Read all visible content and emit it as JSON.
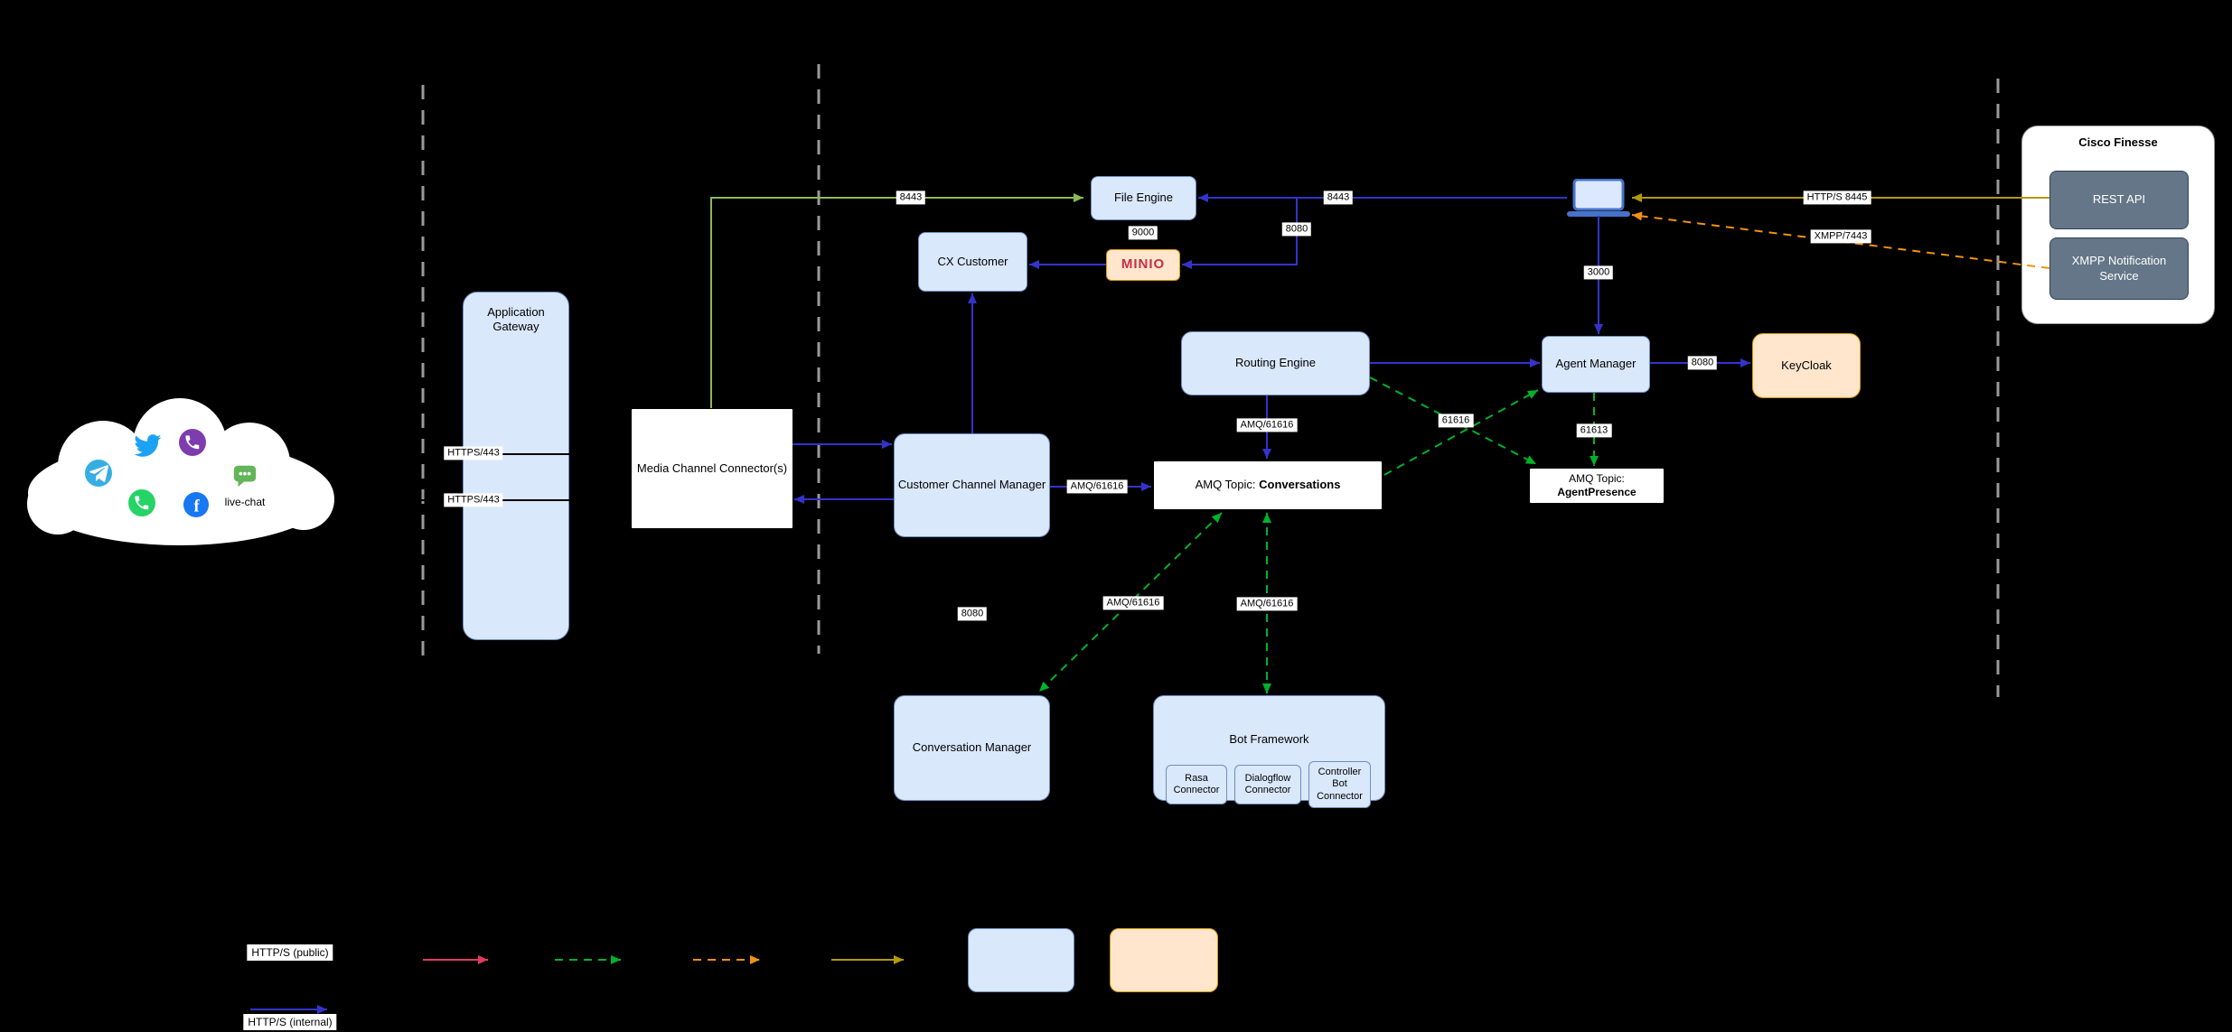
{
  "diagram": {
    "cloud": {
      "live_chat_label": "live-chat",
      "icons": {
        "twitter": "bird",
        "viber": "phone-bubble",
        "telegram": "paper-plane",
        "whatsapp": "phone",
        "facebook": "f",
        "live_chat": "chat-bubble"
      }
    },
    "nodes": {
      "application_gateway": "Application Gateway",
      "media_channel_connector": "Media Channel Connector(s)",
      "file_engine": "File Engine",
      "cx_customer": "CX Customer",
      "minio": "MINIO",
      "routing_engine": "Routing Engine",
      "agent_manager": "Agent Manager",
      "keycloak": "KeyCloak",
      "customer_channel_manager": "Customer Channel Manager",
      "conversation_manager": "Conversation Manager",
      "bot_framework": "Bot Framework",
      "bot_connectors": [
        "Rasa Connector",
        "Dialogflow Connector",
        "Controller Bot Connector"
      ],
      "amq_topic_conversations_prefix": "AMQ Topic: ",
      "amq_topic_conversations_name": "Conversations",
      "amq_topic_presence_prefix": "AMQ Topic:",
      "amq_topic_presence_name": "AgentPresence",
      "cisco_finesse": "Cisco Finesse",
      "finesse_rest_api": "REST API",
      "finesse_xmpp": "XMPP Notification Service"
    },
    "ports": {
      "mcc_file_engine": "8443",
      "desktop_file_engine": "8443",
      "minio_http": "8080",
      "minio_s3": "9000",
      "gateway_https_top": "HTTPS/443",
      "gateway_https_bottom": "HTTPS/443",
      "ccm_conversations": "AMQ/61616",
      "routing_conversations": "AMQ/61616",
      "topics_crossing": "61616",
      "presence_stomp": "61613",
      "desktop_agent_manager": "3000",
      "keycloak_http": "8080",
      "finesse_rest": "HTTP/S 8445",
      "finesse_xmpp": "XMPP/7443",
      "ccm_conversation_manager": "8080",
      "conversations_conversation_manager": "AMQ/61616",
      "conversations_bot_framework": "AMQ/61616"
    },
    "legend": {
      "public_label": "HTTP/S (public)",
      "internal_label": "HTTP/S (internal)"
    },
    "colors": {
      "node_blue_fill": "#dae8fc",
      "node_blue_stroke": "#6c8ebf",
      "node_orange_fill": "#ffe6cc",
      "node_orange_stroke": "#d79b00",
      "finesse_inner_fill": "#647687",
      "line_blue": "#3333cc",
      "line_green_solid": "#8cb953",
      "line_green_dashed": "#00b22a",
      "line_orange_dashed": "#f29111",
      "line_olive": "#b29a0b",
      "line_red": "#e23a5e",
      "minio_red": "#c72e49"
    }
  }
}
